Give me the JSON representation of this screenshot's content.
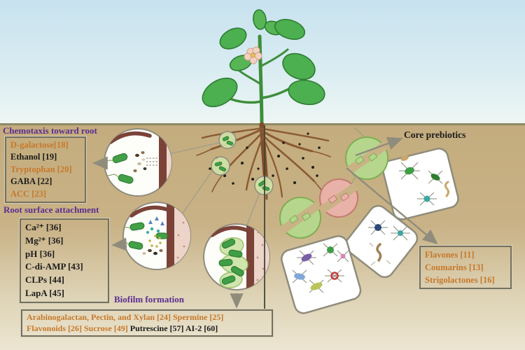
{
  "labels": {
    "core_prebiotics": "Core prebiotics"
  },
  "boxes": {
    "chemotaxis": {
      "title": "Chemotaxis toward root",
      "items": [
        {
          "text": "D-galactose[18]",
          "color": "orange"
        },
        {
          "text": "Ethanol [19]",
          "color": "black"
        },
        {
          "text": "Tryptophan [20]",
          "color": "orange"
        },
        {
          "text": "GABA [22]",
          "color": "black"
        },
        {
          "text": "ACC [23]",
          "color": "orange"
        }
      ]
    },
    "attachment": {
      "title": "Root surface attachment",
      "items": [
        {
          "text": "Ca²⁺ [36]",
          "color": "black"
        },
        {
          "text": "Mg²⁺ [36]",
          "color": "black"
        },
        {
          "text": "pH [36]",
          "color": "black"
        },
        {
          "text": "C-di-AMP [43]",
          "color": "black"
        },
        {
          "text": "CLPs [44]",
          "color": "black"
        },
        {
          "text": "LapA [45]",
          "color": "black"
        }
      ]
    },
    "biofilm": {
      "title": "Biofilm formation",
      "line1": [
        {
          "text": "Arabinogalactan, Pectin, and Xylan [24] Spermine [25]",
          "color": "orange"
        }
      ],
      "line2": [
        {
          "text": "Flavonoids [26] Sucrose [49] ",
          "color": "orange"
        },
        {
          "text": "Putrescine [57] AI-2 [60]",
          "color": "black"
        }
      ]
    },
    "prebiotics_list": {
      "items": [
        {
          "text": "Flavones [11]",
          "color": "orange"
        },
        {
          "text": "Coumarins [13]",
          "color": "orange"
        },
        {
          "text": "Strigolactones [16]",
          "color": "orange"
        }
      ]
    }
  },
  "scene": {
    "elements": [
      "plant",
      "root-system",
      "root-exudate-dots",
      "chemotaxis-inset-circle",
      "attachment-inset-circle",
      "biofilm-inset-circle",
      "receptor-symbols",
      "microbe-community-cards"
    ]
  },
  "theme": {
    "header_purple": "#5c2d91",
    "item_orange": "#c6792b",
    "item_black": "#1c1c1c",
    "soil_tan": "#c6b083",
    "sky_blue": "#c7e2ee",
    "box_border": "#73705f",
    "arrow_gray": "#8f8c7c",
    "bacteria_green": "#3f9e46",
    "receptor_green": "#b5d68c",
    "receptor_red": "#e9b2a9",
    "root_brown": "#8a5a33"
  }
}
